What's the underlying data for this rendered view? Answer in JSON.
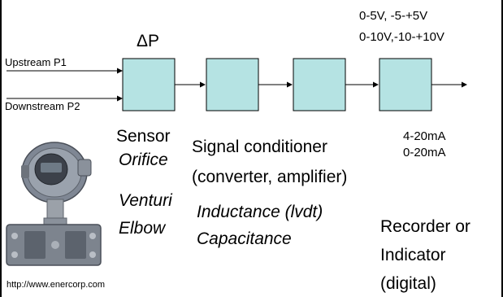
{
  "diagram": {
    "delta_p": "ΔP",
    "inputs": {
      "upstream": "Upstream P1",
      "downstream": "Downstream P2"
    },
    "voltage_ranges": [
      "0-5V, -5-+5V",
      "0-10V,-10-+10V"
    ],
    "current_ranges": [
      "4-20mA",
      "0-20mA"
    ],
    "sensor": {
      "title": "Sensor",
      "types": [
        "Orifice",
        "Venturi",
        "Elbow"
      ]
    },
    "conditioner": {
      "title": "Signal conditioner",
      "subtitle": "(converter, amplifier)",
      "types": [
        "Inductance (lvdt)",
        "Capacitance"
      ]
    },
    "output": {
      "lines": [
        "Recorder or",
        "Indicator",
        "(digital)"
      ]
    },
    "credit": "http://www.enercorp.com",
    "colors": {
      "block_fill": "#b5e3e3",
      "stroke": "#000000"
    },
    "image_icon": "pressure-transmitter-photo"
  }
}
